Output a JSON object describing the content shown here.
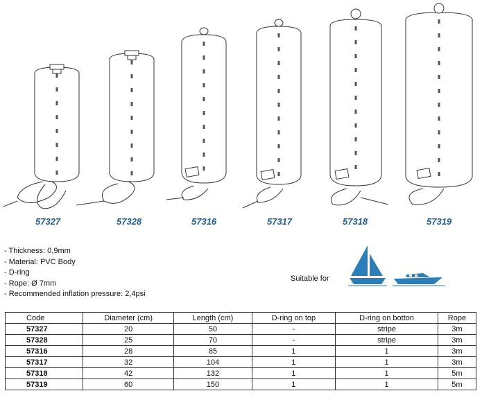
{
  "products": [
    {
      "code": "57327",
      "diameter": "20",
      "length": "50",
      "dring_top": "-",
      "dring_bottom": "stripe",
      "rope": "3m"
    },
    {
      "code": "57328",
      "diameter": "25",
      "length": "70",
      "dring_top": "-",
      "dring_bottom": "stripe",
      "rope": "3m"
    },
    {
      "code": "57316",
      "diameter": "28",
      "length": "85",
      "dring_top": "1",
      "dring_bottom": "1",
      "rope": "3m"
    },
    {
      "code": "57317",
      "diameter": "32",
      "length": "104",
      "dring_top": "1",
      "dring_bottom": "1",
      "rope": "3m"
    },
    {
      "code": "57318",
      "diameter": "42",
      "length": "132",
      "dring_top": "1",
      "dring_bottom": "1",
      "rope": "5m"
    },
    {
      "code": "57319",
      "diameter": "60",
      "length": "150",
      "dring_top": "1",
      "dring_bottom": "1",
      "rope": "5m"
    }
  ],
  "specs": [
    "- Thickness: 0,9mm",
    "- Material: PVC Body",
    "- D-ring",
    "- Rope: Ø 7mm",
    "- Recommended inflation pressure: 2,4psi"
  ],
  "suitable_for": "Suitable for",
  "icons": [
    "sailboat-icon",
    "motorboat-icon"
  ],
  "colors": {
    "accent": "#1f5f9a",
    "boat": "#2b7fb8"
  },
  "table_headers": {
    "code": "Code",
    "diameter": "Diameter (cm)",
    "length": "Length (cm)",
    "dring_top": "D-ring on top",
    "dring_bottom": "D-ring on botton",
    "rope": "Rope"
  }
}
